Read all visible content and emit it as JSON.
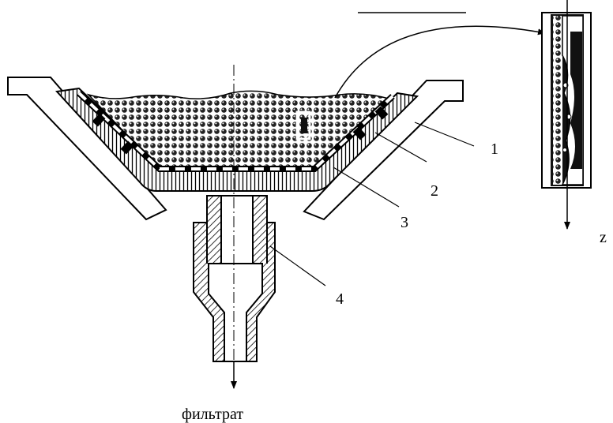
{
  "labels": {
    "l1": "1",
    "l2": "2",
    "l3": "3",
    "l4": "4",
    "axis": "z",
    "outlet": "фильтрат"
  }
}
